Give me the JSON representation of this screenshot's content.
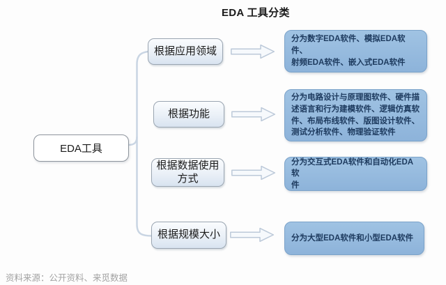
{
  "title": "EDA 工具分类",
  "root": {
    "label": "EDA工具"
  },
  "branches": [
    {
      "category": "根据应用领域",
      "description": "分为数字EDA软件、模拟EDA软件、\n射频EDA软件、嵌入式EDA软件"
    },
    {
      "category": "根据功能",
      "description": "分为电路设计与原理图软件、硬件描\n述语言和行为建模软件、逻辑仿真软\n件、布局布线软件、版图设计软件、\n测试分析软件、物理验证软件"
    },
    {
      "category": "根据数据使用\n方式",
      "description": "分为交互式EDA软件和自动化EDA软\n件"
    },
    {
      "category": "根据规模大小",
      "description": "分为大型EDA软件和小型EDA软件"
    }
  ],
  "footer": {
    "source": "资料来源：公开资料、来觅数据"
  },
  "colors": {
    "description_box": "#8db3da",
    "description_text": "#1d3a5e",
    "category_box": "#e1eaf4",
    "category_border": "#9aa5b1",
    "connector_line": "#c9d5e3",
    "root_border": "#8d949c",
    "footer_text": "#a2a2a2"
  }
}
